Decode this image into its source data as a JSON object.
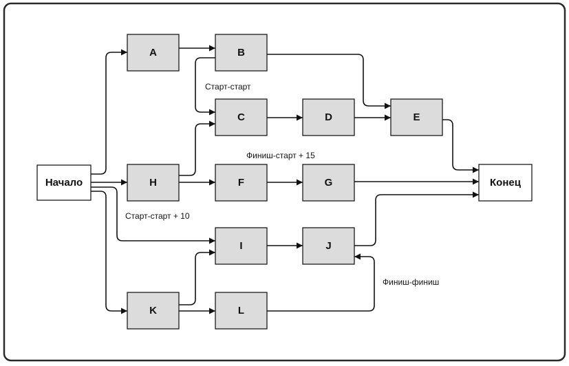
{
  "colors": {
    "task_fill": "#dcdcdc",
    "terminal_fill": "#ffffff",
    "line": "#111111"
  },
  "nodes": [
    {
      "id": "start",
      "label": "Начало",
      "kind": "terminal"
    },
    {
      "id": "A",
      "label": "A",
      "kind": "task"
    },
    {
      "id": "B",
      "label": "B",
      "kind": "task"
    },
    {
      "id": "C",
      "label": "C",
      "kind": "task"
    },
    {
      "id": "D",
      "label": "D",
      "kind": "task"
    },
    {
      "id": "E",
      "label": "E",
      "kind": "task"
    },
    {
      "id": "H",
      "label": "H",
      "kind": "task"
    },
    {
      "id": "F",
      "label": "F",
      "kind": "task"
    },
    {
      "id": "G",
      "label": "G",
      "kind": "task"
    },
    {
      "id": "I",
      "label": "I",
      "kind": "task"
    },
    {
      "id": "J",
      "label": "J",
      "kind": "task"
    },
    {
      "id": "K",
      "label": "K",
      "kind": "task"
    },
    {
      "id": "L",
      "label": "L",
      "kind": "task"
    },
    {
      "id": "end",
      "label": "Конец",
      "kind": "terminal"
    }
  ],
  "edges": [
    {
      "from": "start",
      "to": "A"
    },
    {
      "from": "start",
      "to": "H"
    },
    {
      "from": "start",
      "to": "K"
    },
    {
      "from": "start",
      "to": "I",
      "label": "Старт-старт + 10"
    },
    {
      "from": "A",
      "to": "B"
    },
    {
      "from": "B",
      "to": "C",
      "label": "Старт-старт"
    },
    {
      "from": "B",
      "to": "E"
    },
    {
      "from": "C",
      "to": "D"
    },
    {
      "from": "D",
      "to": "E"
    },
    {
      "from": "E",
      "to": "end"
    },
    {
      "from": "H",
      "to": "C"
    },
    {
      "from": "H",
      "to": "F"
    },
    {
      "from": "F",
      "to": "G",
      "label": "Финиш-старт + 15"
    },
    {
      "from": "G",
      "to": "end"
    },
    {
      "from": "I",
      "to": "J"
    },
    {
      "from": "J",
      "to": "end"
    },
    {
      "from": "K",
      "to": "I"
    },
    {
      "from": "K",
      "to": "L"
    },
    {
      "from": "L",
      "to": "J",
      "label": "Финиш-финиш"
    }
  ]
}
